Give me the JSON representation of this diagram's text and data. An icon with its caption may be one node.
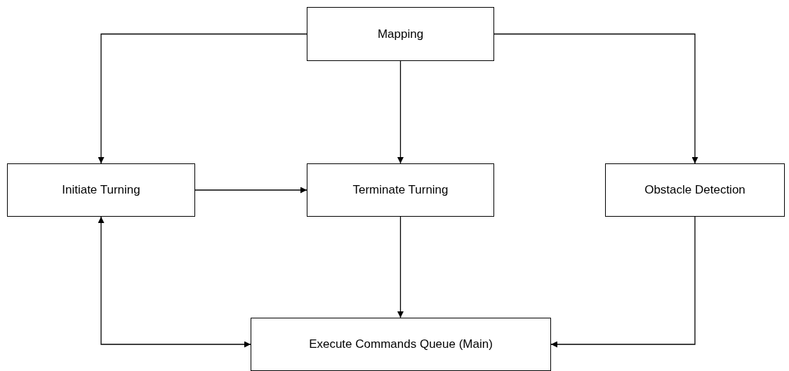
{
  "diagram": {
    "nodes": [
      {
        "text": [
          "Mapping"
        ]
      },
      {
        "text": [
          "Initiate Turning"
        ]
      },
      {
        "text": [
          "Terminate Turning"
        ]
      },
      {
        "text": [
          "Obstacle Detection"
        ]
      },
      {
        "text": [
          "Execute Commands Queue (Main)"
        ]
      }
    ],
    "edges": [
      {
        "from": 0,
        "to": 1,
        "arrow": "to"
      },
      {
        "from": 0,
        "to": 2,
        "arrow": "to"
      },
      {
        "from": 0,
        "to": 3,
        "arrow": "to"
      },
      {
        "from": 1,
        "to": 2,
        "arrow": "to"
      },
      {
        "from": 2,
        "to": 4,
        "arrow": "to"
      },
      {
        "from": 1,
        "to": 4,
        "arrow": "both"
      },
      {
        "from": 3,
        "to": 4,
        "arrow": "to"
      }
    ]
  }
}
